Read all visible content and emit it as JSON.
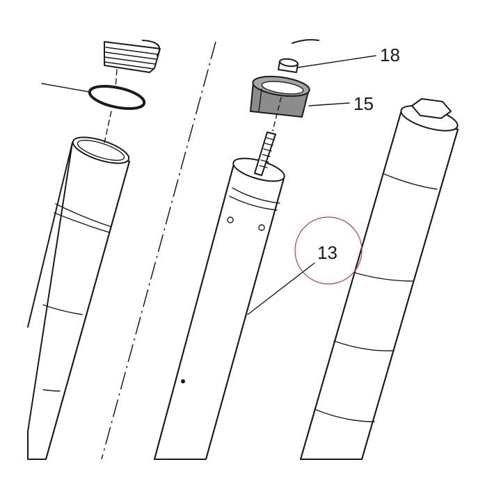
{
  "callouts": {
    "part_18": "18",
    "part_15": "15",
    "part_13": "13"
  },
  "colors": {
    "line": "#1a1a1a",
    "collar": "#8c8c8c",
    "highlight_circle": "#c23a4a",
    "background": "#ffffff"
  }
}
